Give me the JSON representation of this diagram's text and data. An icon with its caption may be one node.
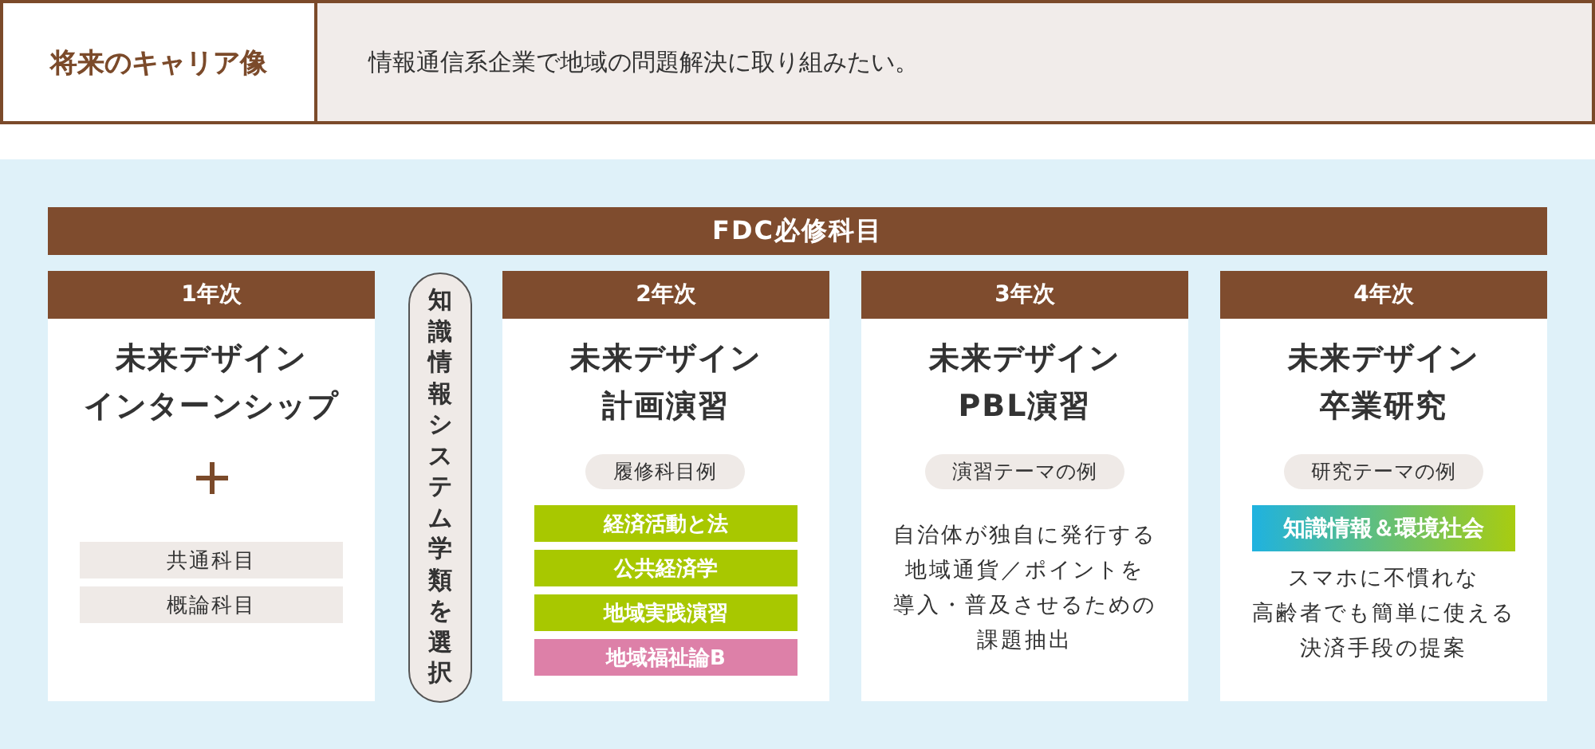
{
  "diagram": {
    "nodes": [
      {
        "text": [
          "将来のキャリア像"
        ]
      },
      {
        "text": [
          "情報通信系企業で地域の問題解決に取り組みたい。"
        ]
      },
      {
        "text": [
          "FDC必修科目"
        ]
      },
      {
        "text": [
          "1年次",
          "未来デザインインターンシップ"
        ]
      },
      {
        "text": [
          "共通科目"
        ],
        "in": 3
      },
      {
        "text": [
          "概論科目"
        ],
        "in": 3
      },
      {
        "text": [
          "知識情報システム学類を選択"
        ]
      },
      {
        "text": [
          "2年次",
          "未来デザイン計画演習"
        ]
      },
      {
        "text": [
          "履修科目例"
        ],
        "in": 7
      },
      {
        "text": [
          "経済活動と法"
        ],
        "in": 7
      },
      {
        "text": [
          "公共経済学"
        ],
        "in": 7
      },
      {
        "text": [
          "地域実践演習"
        ],
        "in": 7
      },
      {
        "text": [
          "地域福祉論B"
        ],
        "in": 7
      },
      {
        "text": [
          "3年次",
          "未来デザインPBL演習",
          "自治体が独自に発行する地域通貨／ポイントを導入・普及させるための課題抽出"
        ]
      },
      {
        "text": [
          "演習テーマの例"
        ],
        "in": 13
      },
      {
        "text": [
          "4年次",
          "未来デザイン卒業研究",
          "スマホに不慣れな高齢者でも簡単に使える決済手段の提案"
        ]
      },
      {
        "text": [
          "研究テーマの例"
        ],
        "in": 15
      },
      {
        "text": [
          "知識情報＆環境社会"
        ],
        "in": 15
      }
    ],
    "edges": []
  }
}
